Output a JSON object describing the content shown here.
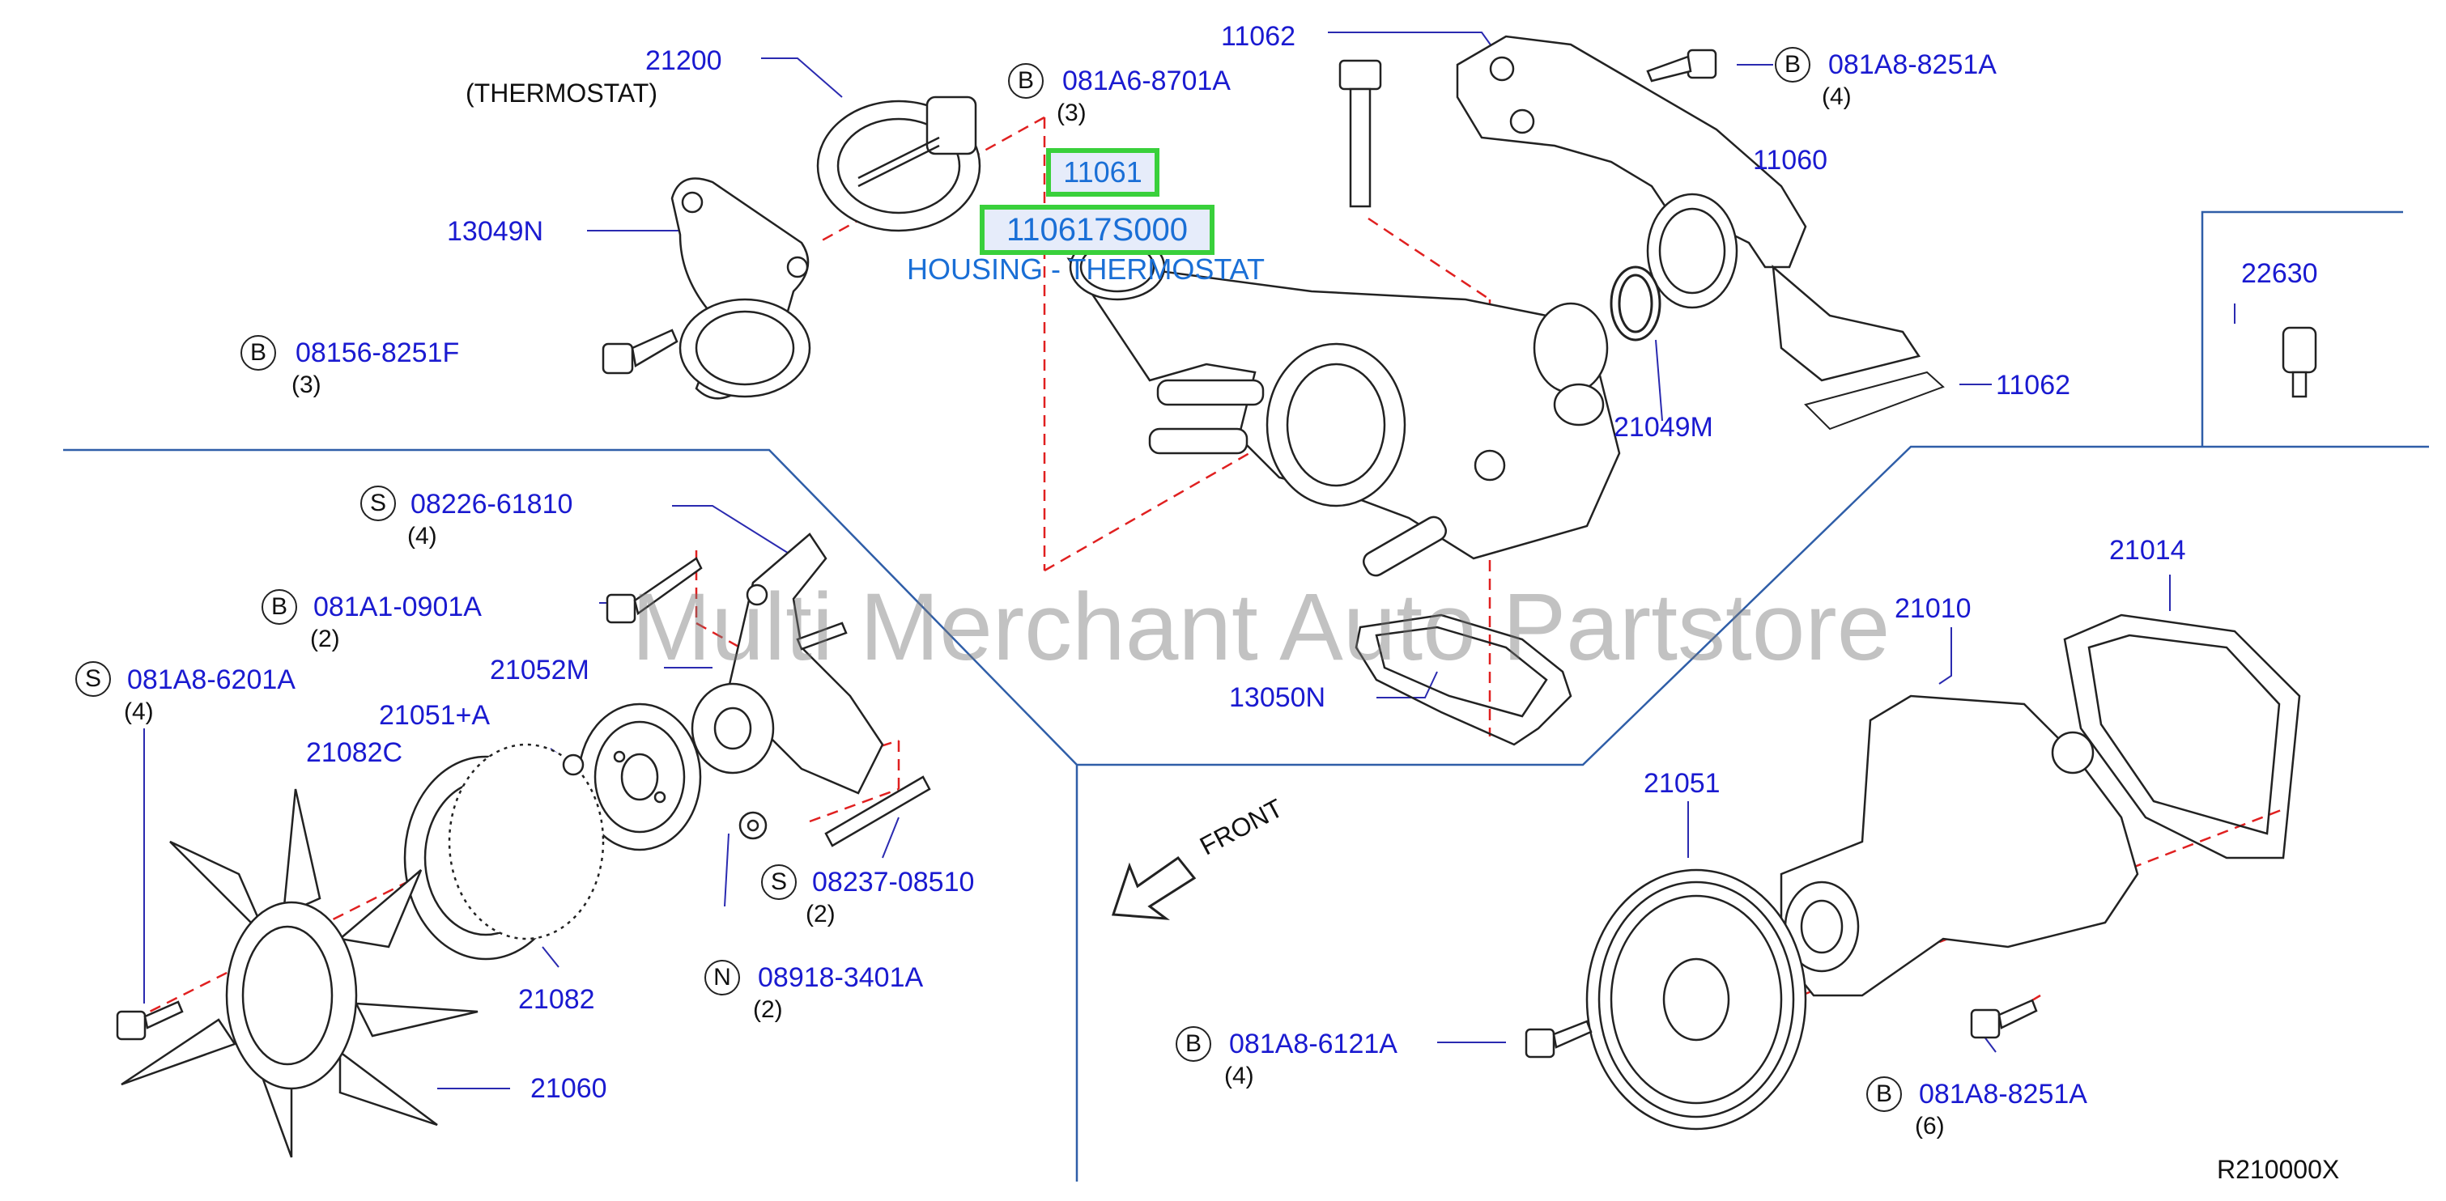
{
  "diagram": {
    "code": "R210000X",
    "watermark": "Multi Merchant Auto Partstore",
    "front_label": "FRONT",
    "highlight": {
      "part_no": "11061",
      "part_code": "110617S000",
      "description": "HOUSING - THERMOSTAT"
    },
    "parts": {
      "p21200": "21200",
      "thermostat_caption": "(THERMOSTAT)",
      "p13049N": "13049N",
      "p11062_top": "11062",
      "p11060": "11060",
      "p21049M": "21049M",
      "p11062_right": "11062",
      "p22630": "22630",
      "p13050N": "13050N",
      "p21052M": "21052M",
      "p21051A": "21051+A",
      "p21082C": "21082C",
      "p21082": "21082",
      "p21060": "21060",
      "p21014": "21014",
      "p21010": "21010",
      "p21051": "21051"
    },
    "fasteners": [
      {
        "type": "B",
        "code": "081A6-8701A",
        "qty": "(3)"
      },
      {
        "type": "B",
        "code": "081A8-8251A",
        "qty": "(4)"
      },
      {
        "type": "B",
        "code": "08156-8251F",
        "qty": "(3)"
      },
      {
        "type": "S",
        "code": "08226-61810",
        "qty": "(4)"
      },
      {
        "type": "B",
        "code": "081A1-0901A",
        "qty": "(2)"
      },
      {
        "type": "S",
        "code": "081A8-6201A",
        "qty": "(4)"
      },
      {
        "type": "S",
        "code": "08237-08510",
        "qty": "(2)"
      },
      {
        "type": "N",
        "code": "08918-3401A",
        "qty": "(2)"
      },
      {
        "type": "B",
        "code": "081A8-6121A",
        "qty": "(4)"
      },
      {
        "type": "B",
        "code": "081A8-8251A",
        "qty": "(6)"
      }
    ],
    "colors": {
      "label_blue": "#1a1ad0",
      "highlight_green": "#39d03b",
      "highlight_text": "#1a6fd6",
      "leader_dash": "#e02020",
      "divider": "#2f5ea8"
    }
  }
}
